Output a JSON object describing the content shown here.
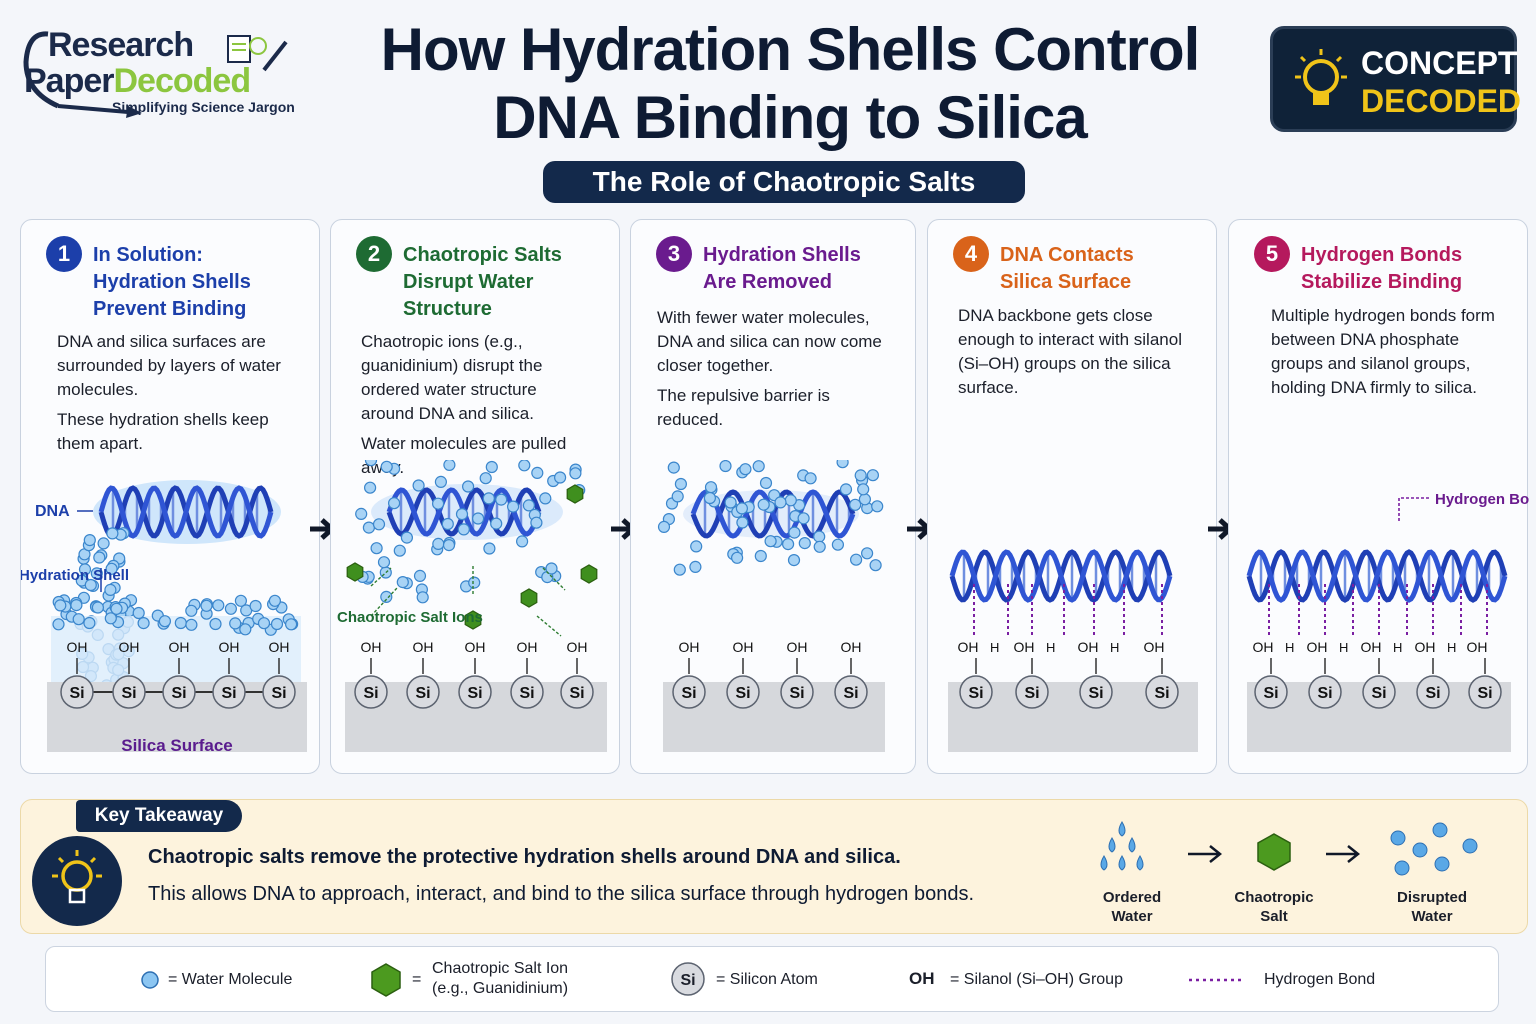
{
  "logo": {
    "line1": "Research",
    "line2a": "Paper",
    "line2b": "Decoded",
    "tagline": "Simplifying Science Jargon"
  },
  "title": {
    "line1": "How Hydration Shells Control",
    "line2": "DNA Binding to Silica"
  },
  "subtitle": "The Role of Chaotropic Salts",
  "badge": {
    "line1": "CONCEPT",
    "line2": "DECODED"
  },
  "panels": [
    {
      "num": "1",
      "color": "#1c3faa",
      "title1": "In Solution:",
      "title2": "Hydration Shells",
      "title3": "Prevent Binding",
      "desc1": "DNA and silica surfaces are surrounded by layers of water molecules.",
      "desc2": "These hydration shells keep them apart.",
      "label_dna": "DNA",
      "label_shell": "Hydration Shell",
      "label_surface": "Silica Surface"
    },
    {
      "num": "2",
      "color": "#1e6b33",
      "title1": "Chaotropic Salts",
      "title2": "Disrupt Water",
      "title3": "Structure",
      "desc1": "Chaotropic ions (e.g., guanidinium) disrupt the ordered water structure around DNA and silica.",
      "desc2": "Water molecules are pulled away.",
      "label_ions": "Chaotropic Salt Ions"
    },
    {
      "num": "3",
      "color": "#6a1b8e",
      "title1": "Hydration Shells",
      "title2": "Are Removed",
      "desc1": "With fewer water molecules, DNA and silica can now come closer together.",
      "desc2": "The repulsive barrier is reduced."
    },
    {
      "num": "4",
      "color": "#d9631a",
      "title1": "DNA Contacts",
      "title2": "Silica Surface",
      "desc1": "DNA backbone gets close enough to interact with silanol (Si–OH) groups on the silica surface."
    },
    {
      "num": "5",
      "color": "#b5195d",
      "title1": "Hydrogen Bonds",
      "title2": "Stabilize Binding",
      "desc1": "Multiple hydrogen bonds form between DNA phosphate groups and silanol groups, holding DNA firmly to silica.",
      "label_hbonds": "Hydrogen Bonds"
    }
  ],
  "atoms": {
    "si": "Si",
    "oh": "OH",
    "h": "H"
  },
  "takeaway": {
    "label": "Key Takeaway",
    "line1": "Chaotropic salts remove the protective hydration shells around DNA and silica.",
    "line2": "This allows DNA to approach, interact, and bind to the silica surface through hydrogen bonds.",
    "flow": [
      "Ordered Water",
      "Chaotropic Salt",
      "Disrupted Water"
    ]
  },
  "legend": {
    "water": "= Water Molecule",
    "salt_eq": "=",
    "salt": "Chaotropic Salt Ion (e.g., Guanidinium)",
    "si_symbol": "Si",
    "si": "= Silicon Atom",
    "oh_symbol": "OH",
    "oh": "= Silanol (Si–OH) Group",
    "hbond": "Hydrogen Bond"
  },
  "colors": {
    "navy": "#13294b",
    "dna": "#1f3fb5",
    "water": "#5aa8e6",
    "salt": "#3f8f1e",
    "hbond": "#7a1fa2",
    "accent_yellow": "#f0c419"
  }
}
